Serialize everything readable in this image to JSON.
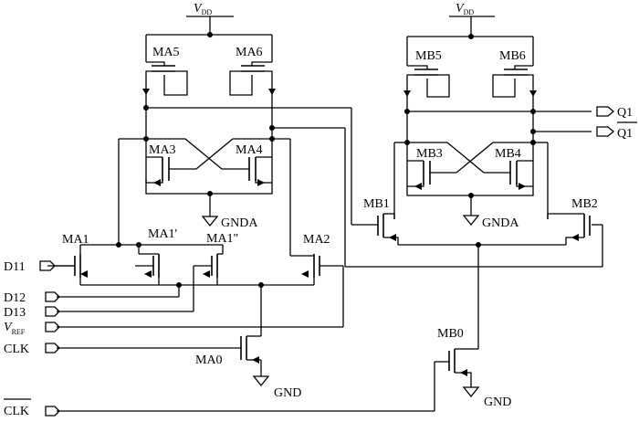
{
  "supply": {
    "vdd_main": "V",
    "vdd_sub": "DD"
  },
  "transistors": {
    "ma5": "MA5",
    "ma6": "MA6",
    "ma3": "MA3",
    "ma4": "MA4",
    "ma1": "MA1",
    "ma1p": "MA1'",
    "ma1pp": "MA1\"",
    "ma2": "MA2",
    "ma0": "MA0",
    "mb5": "MB5",
    "mb6": "MB6",
    "mb3": "MB3",
    "mb4": "MB4",
    "mb1": "MB1",
    "mb2": "MB2",
    "mb0": "MB0"
  },
  "grounds": {
    "gnda_a": "GNDA",
    "gnda_b": "GNDA",
    "gnd_a": "GND",
    "gnd_b": "GND"
  },
  "ports": {
    "d11": "D11",
    "d12": "D12",
    "d13": "D13",
    "vref_main": "V",
    "vref_sub": "REF",
    "clk": "CLK",
    "clk_bar": "CLK",
    "q1": "Q1",
    "q1_bar": "Q1"
  },
  "colors": {
    "stroke": "#000000",
    "background": "#ffffff"
  }
}
